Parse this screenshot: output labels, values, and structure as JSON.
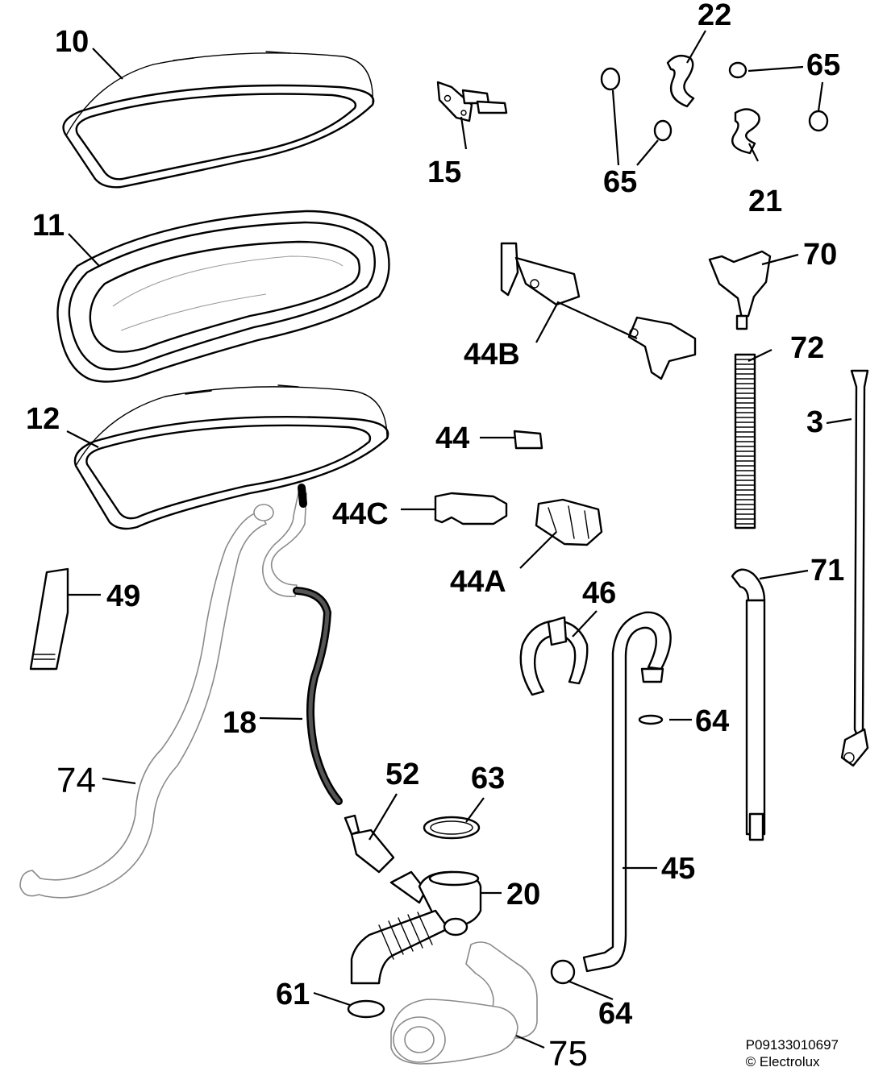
{
  "diagram": {
    "labels": [
      {
        "id": "lbl-10",
        "text": "10"
      },
      {
        "id": "lbl-11",
        "text": "11"
      },
      {
        "id": "lbl-12",
        "text": "12"
      },
      {
        "id": "lbl-15",
        "text": "15"
      },
      {
        "id": "lbl-22",
        "text": "22"
      },
      {
        "id": "lbl-65a",
        "text": "65"
      },
      {
        "id": "lbl-65b",
        "text": "65"
      },
      {
        "id": "lbl-21",
        "text": "21"
      },
      {
        "id": "lbl-70",
        "text": "70"
      },
      {
        "id": "lbl-44B",
        "text": "44B"
      },
      {
        "id": "lbl-72",
        "text": "72"
      },
      {
        "id": "lbl-44",
        "text": "44"
      },
      {
        "id": "lbl-3",
        "text": "3"
      },
      {
        "id": "lbl-44C",
        "text": "44C"
      },
      {
        "id": "lbl-44A",
        "text": "44A"
      },
      {
        "id": "lbl-71",
        "text": "71"
      },
      {
        "id": "lbl-49",
        "text": "49"
      },
      {
        "id": "lbl-46",
        "text": "46"
      },
      {
        "id": "lbl-18",
        "text": "18"
      },
      {
        "id": "lbl-64a",
        "text": "64"
      },
      {
        "id": "lbl-74",
        "text": "74"
      },
      {
        "id": "lbl-52",
        "text": "52"
      },
      {
        "id": "lbl-63",
        "text": "63"
      },
      {
        "id": "lbl-45",
        "text": "45"
      },
      {
        "id": "lbl-20",
        "text": "20"
      },
      {
        "id": "lbl-61",
        "text": "61"
      },
      {
        "id": "lbl-64b",
        "text": "64"
      },
      {
        "id": "lbl-75",
        "text": "75"
      }
    ]
  },
  "footer": {
    "code": "P09133010697",
    "copyright": "© Electrolux"
  }
}
